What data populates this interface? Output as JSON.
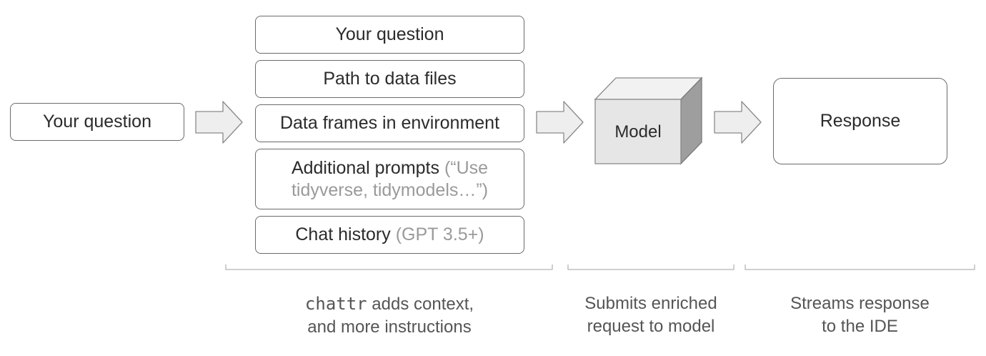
{
  "input_box": {
    "label": "Your question"
  },
  "context_stack": {
    "items": [
      {
        "label": "Your question",
        "note": ""
      },
      {
        "label": "Path to data files",
        "note": ""
      },
      {
        "label": "Data frames in environment",
        "note": ""
      },
      {
        "label": "Additional prompts ",
        "note": "(“Use tidyverse, tidymodels…”)"
      },
      {
        "label": "Chat history ",
        "note": "(GPT 3.5+)"
      }
    ]
  },
  "model": {
    "label": "Model"
  },
  "response_box": {
    "label": "Response"
  },
  "captions": {
    "context": {
      "code": "chattr",
      "rest": " adds context,",
      "line2": "and more instructions"
    },
    "model": {
      "line1": "Submits enriched",
      "line2": "request to model"
    },
    "response": {
      "line1": "Streams response",
      "line2": "to the IDE"
    }
  },
  "colors": {
    "box_border": "#6b6b6b",
    "muted_text": "#9a9a9a",
    "cube_face": "#e6e6e6",
    "cube_side": "#9e9e9e",
    "arrow_fill": "#eeeeee"
  }
}
